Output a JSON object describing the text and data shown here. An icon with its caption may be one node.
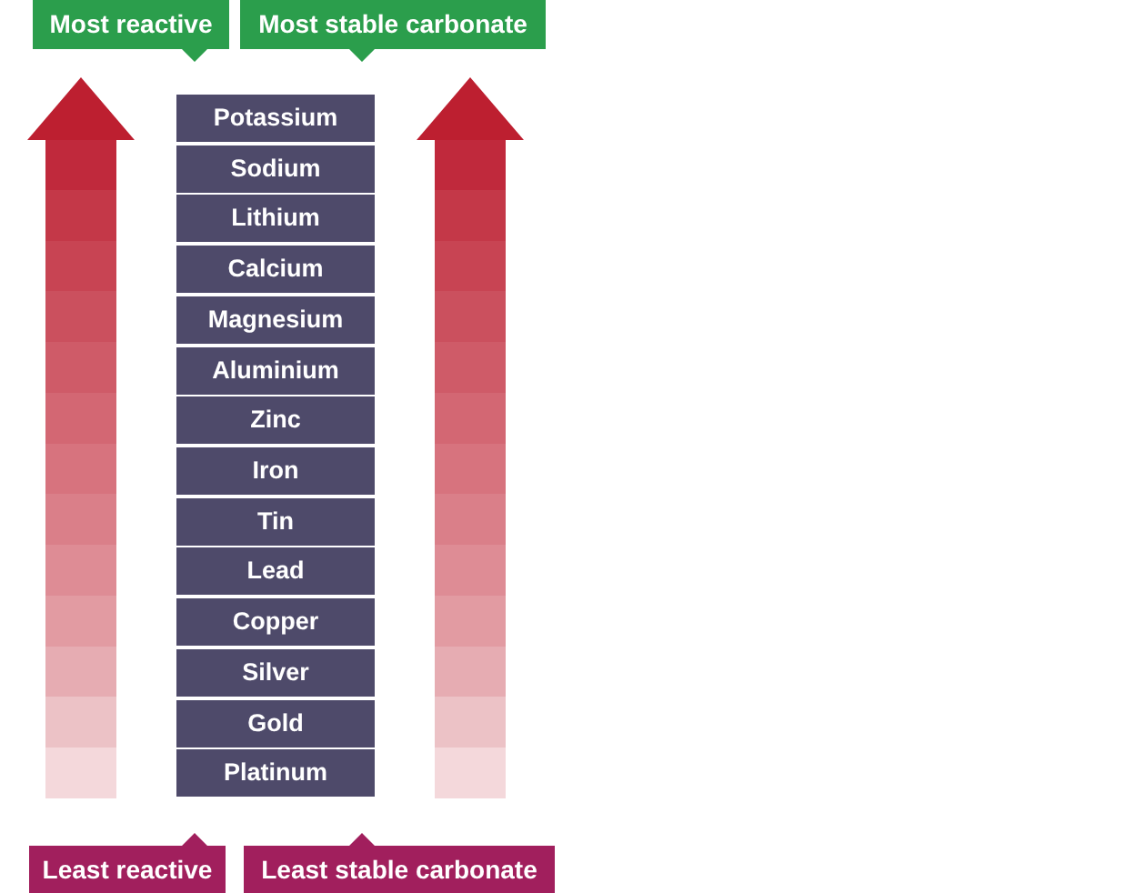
{
  "diagram": {
    "nodes": [
      {
        "text": [
          "Most reactive"
        ]
      },
      {
        "text": [
          "Most stable carbonate"
        ]
      },
      {
        "text": [
          "Potassium"
        ]
      },
      {
        "text": [
          "Sodium"
        ]
      },
      {
        "text": [
          "Lithium"
        ]
      },
      {
        "text": [
          "Calcium"
        ]
      },
      {
        "text": [
          "Magnesium"
        ]
      },
      {
        "text": [
          "Aluminium"
        ]
      },
      {
        "text": [
          "Zinc"
        ]
      },
      {
        "text": [
          "Iron"
        ]
      },
      {
        "text": [
          "Tin"
        ]
      },
      {
        "text": [
          "Lead"
        ]
      },
      {
        "text": [
          "Copper"
        ]
      },
      {
        "text": [
          "Silver"
        ]
      },
      {
        "text": [
          "Gold"
        ]
      },
      {
        "text": [
          "Platinum"
        ]
      },
      {
        "text": [
          "Least reactive"
        ]
      },
      {
        "text": [
          "Least stable carbonate"
        ]
      }
    ],
    "edges": [
      {
        "from": 16,
        "to": 0,
        "arrow": "to"
      },
      {
        "from": 17,
        "to": 1,
        "arrow": "to"
      }
    ]
  }
}
